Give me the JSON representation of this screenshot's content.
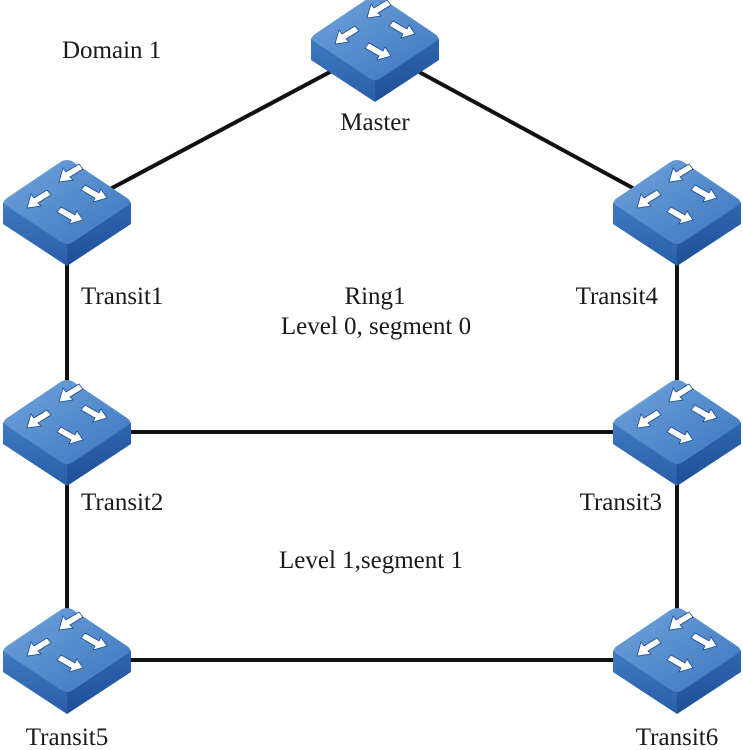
{
  "diagram": {
    "domain_label": "Domain 1",
    "ring_label": "Ring1",
    "ring_level_label": "Level 0, segment 0",
    "sub_level_label": "Level 1,segment 1",
    "device_color": "#3a75bd",
    "link_color": "#111111",
    "nodes": [
      {
        "id": "master",
        "label": "Master"
      },
      {
        "id": "transit1",
        "label": "Transit1"
      },
      {
        "id": "transit4",
        "label": "Transit4"
      },
      {
        "id": "transit2",
        "label": "Transit2"
      },
      {
        "id": "transit3",
        "label": "Transit3"
      },
      {
        "id": "transit5",
        "label": "Transit5"
      },
      {
        "id": "transit6",
        "label": "Transit6"
      }
    ],
    "links": [
      [
        "master",
        "transit1"
      ],
      [
        "master",
        "transit4"
      ],
      [
        "transit1",
        "transit2"
      ],
      [
        "transit4",
        "transit3"
      ],
      [
        "transit2",
        "transit3"
      ],
      [
        "transit2",
        "transit5"
      ],
      [
        "transit3",
        "transit6"
      ],
      [
        "transit5",
        "transit6"
      ]
    ]
  }
}
